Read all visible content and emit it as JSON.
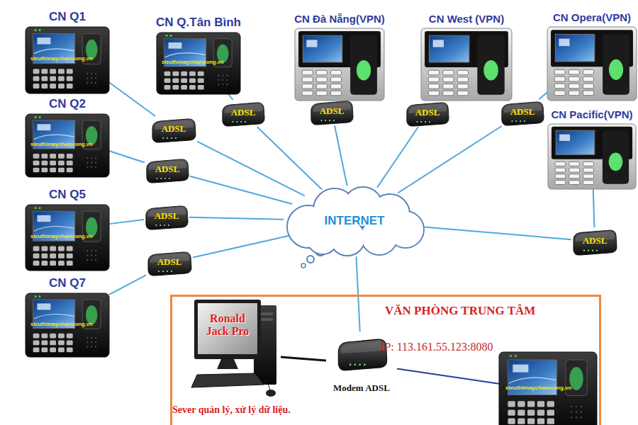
{
  "diagram": {
    "nodes": [
      {
        "text": [
          "CN Q1",
          "sieuthimaychamcong.vn"
        ]
      },
      {
        "text": [
          "CN Q.Tân Bình",
          "sieuthimaychamcong.vn"
        ]
      },
      {
        "text": [
          "CN Đà Nẵng(VPN)"
        ]
      },
      {
        "text": [
          "CN West (VPN)"
        ]
      },
      {
        "text": [
          "CN Opera(VPN)"
        ]
      },
      {
        "text": [
          "ADSL"
        ]
      },
      {
        "text": [
          "ADSL"
        ]
      },
      {
        "text": [
          "ADSL"
        ]
      },
      {
        "text": [
          "ADSL"
        ]
      },
      {
        "text": [
          "ADSL"
        ]
      },
      {
        "text": [
          "CN Pacific(VPN)"
        ]
      },
      {
        "text": [
          "CN Q2",
          "sieuthimaychamcong.vn"
        ]
      },
      {
        "text": [
          "ADSL"
        ]
      },
      {
        "text": [
          "INTERNET"
        ]
      },
      {
        "text": [
          "CN Q5",
          "sieuthimaychamcong.vn"
        ]
      },
      {
        "text": [
          "ADSL"
        ]
      },
      {
        "text": [
          "ADSL"
        ]
      },
      {
        "text": [
          "ADSL"
        ]
      },
      {
        "text": [
          "CN Q7",
          "sieuthimaychamcong.vn"
        ]
      },
      {
        "text": [
          "VĂN PHÒNG TRUNG TÂM"
        ]
      },
      {
        "text": [
          "Ronald Jack Pro"
        ],
        "in": 19
      },
      {
        "text": [
          "Modem ADSL"
        ],
        "in": 19
      },
      {
        "text": [
          "sieuthimaychamcong.vn"
        ],
        "in": 19
      }
    ],
    "edges": [
      {
        "from": 0,
        "to": 5,
        "arrow": "none"
      },
      {
        "from": 1,
        "to": 6,
        "arrow": "none"
      },
      {
        "from": 2,
        "to": 7,
        "arrow": "none"
      },
      {
        "from": 3,
        "to": 8,
        "arrow": "none"
      },
      {
        "from": 4,
        "to": 9,
        "arrow": "none"
      },
      {
        "from": 10,
        "to": 17,
        "arrow": "none"
      },
      {
        "from": 11,
        "to": 12,
        "arrow": "none"
      },
      {
        "from": 14,
        "to": 15,
        "arrow": "none"
      },
      {
        "from": 18,
        "to": 16,
        "arrow": "none"
      },
      {
        "from": 5,
        "to": 13,
        "arrow": "none"
      },
      {
        "from": 6,
        "to": 13,
        "arrow": "none"
      },
      {
        "from": 7,
        "to": 13,
        "arrow": "none"
      },
      {
        "from": 8,
        "to": 13,
        "arrow": "none"
      },
      {
        "from": 9,
        "to": 13,
        "arrow": "none"
      },
      {
        "from": 12,
        "to": 13,
        "arrow": "none"
      },
      {
        "from": 15,
        "to": 13,
        "arrow": "none"
      },
      {
        "from": 16,
        "to": 13,
        "arrow": "none"
      },
      {
        "from": 17,
        "to": 13,
        "arrow": "none"
      },
      {
        "from": 13,
        "to": 21,
        "arrow": "none"
      },
      {
        "from": 20,
        "to": 21,
        "arrow": "none"
      },
      {
        "from": 21,
        "to": 22,
        "arrow": "none"
      }
    ],
    "labels": [
      "IP: 113.161.55.123:8080",
      "Sever quản lý, xử lý dữ liệu."
    ]
  }
}
